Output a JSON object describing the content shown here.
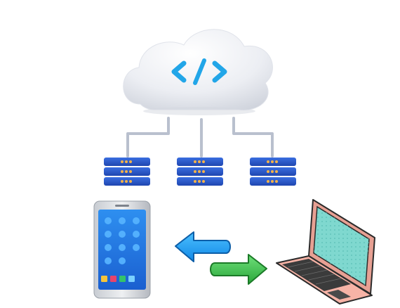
{
  "scene": {
    "cloud": {
      "icon": "code-brackets-icon",
      "code_glyph": "</>"
    },
    "servers": [
      {
        "icon": "server-rack-icon",
        "units": 3
      },
      {
        "icon": "server-rack-icon",
        "units": 3
      },
      {
        "icon": "server-rack-icon",
        "units": 3
      }
    ],
    "devices": [
      {
        "icon": "smartphone-icon"
      },
      {
        "icon": "laptop-icon"
      }
    ],
    "arrows": [
      {
        "direction": "left",
        "color": "#21a0f0"
      },
      {
        "direction": "right",
        "color": "#37c24a"
      }
    ]
  },
  "colors": {
    "background": "#ffffff",
    "cloud": "#eceef3",
    "code": "#22a6e8",
    "server": "#2a58c8",
    "server_led": "#f2b24a",
    "connector": "#b9c0ce",
    "phone_screen": "#1f7ae0",
    "laptop_body": "#f7b3a6",
    "laptop_screen": "#7fd8cf"
  }
}
